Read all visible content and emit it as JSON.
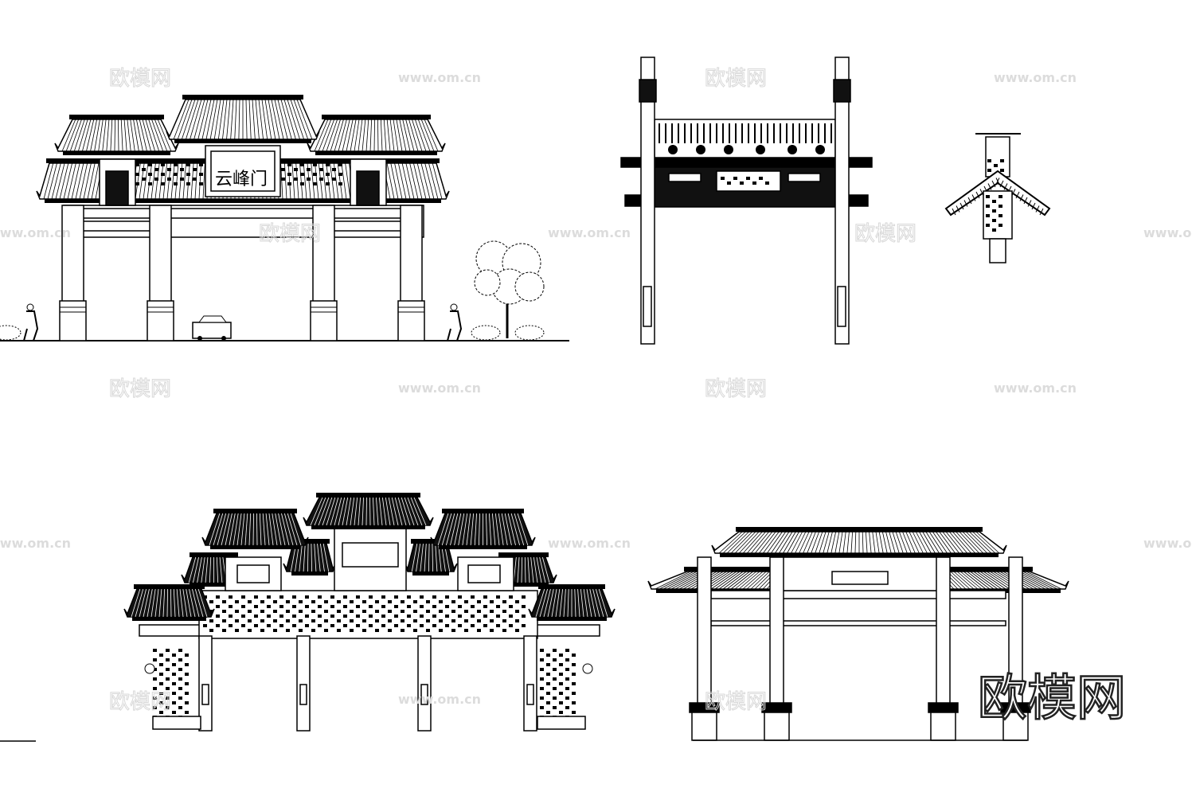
{
  "drawing": {
    "archway_1": {
      "plaque_text": "云峰门"
    },
    "watermark_text": "欧模网",
    "watermark_url": "www.om.cn",
    "logo_text": "欧模网",
    "line_color": "#000000",
    "background": "#ffffff"
  }
}
